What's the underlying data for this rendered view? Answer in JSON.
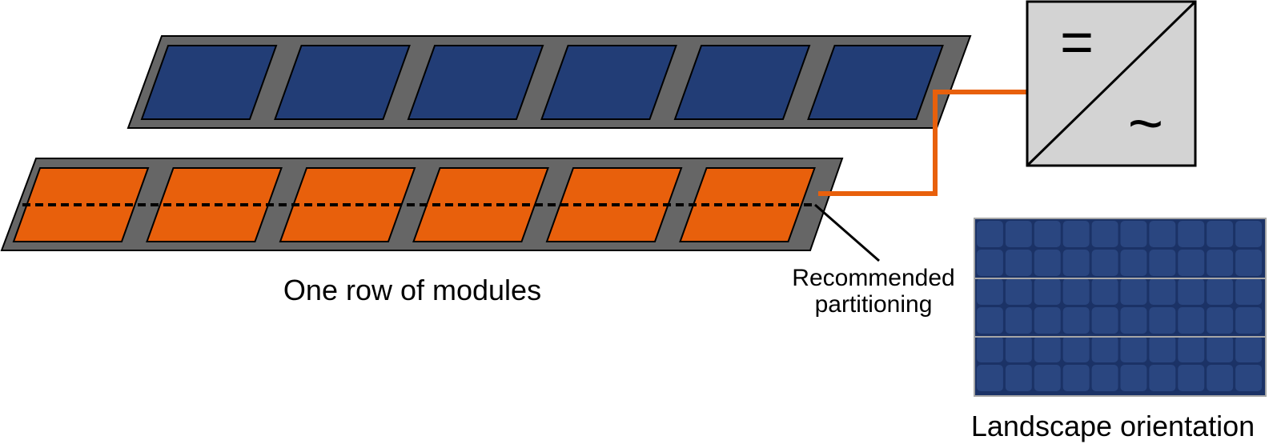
{
  "colors": {
    "frame": "#666666",
    "module_blue": "#223d76",
    "module_orange": "#e8600c",
    "cable": "#e8600c",
    "inverter_fill": "#d3d3d3",
    "outline": "#000000",
    "panel_cell": "#2a4680",
    "panel_background": "#1b3266",
    "panel_border": "#a7a7a7"
  },
  "labels": {
    "row_caption": "One row of modules",
    "partition_line1": "Recommended",
    "partition_line2": "partitioning",
    "panel_caption": "Landscape orientation",
    "inverter_dc_symbol": "=",
    "inverter_ac_symbol": "~"
  },
  "rows": [
    {
      "name": "top-row",
      "module_count": 6,
      "module_color": "blue"
    },
    {
      "name": "bottom-row",
      "module_count": 6,
      "module_color": "orange",
      "partition_line": true
    }
  ],
  "panel": {
    "columns": 10,
    "rows": 6,
    "groups": 3
  },
  "icons": [
    "inverter-icon",
    "solar-panel-icon"
  ]
}
